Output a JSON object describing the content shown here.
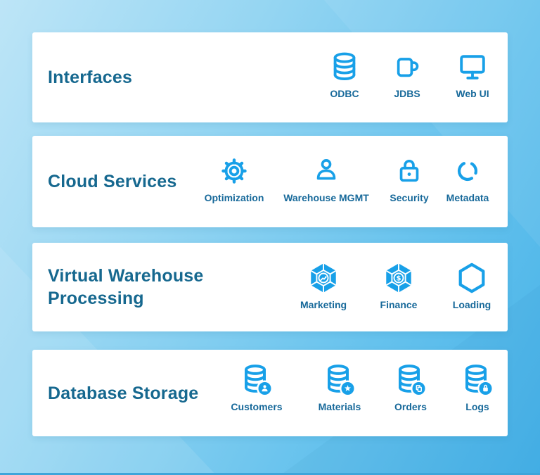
{
  "colors": {
    "background_top_left": "#bde5f7",
    "background_bottom_right": "#45b2e8",
    "card_background": "#ffffff",
    "title_text": "#16688f",
    "label_text": "#17699a",
    "icon_blue": "#18a0e8"
  },
  "layers": [
    {
      "title": "Interfaces",
      "items": [
        {
          "label": "ODBC",
          "icon": "database-icon"
        },
        {
          "label": "JDBS",
          "icon": "mug-icon"
        },
        {
          "label": "Web UI",
          "icon": "monitor-icon"
        }
      ]
    },
    {
      "title": "Cloud Services",
      "items": [
        {
          "label": "Optimization",
          "icon": "gear-icon"
        },
        {
          "label": "Warehouse MGMT",
          "icon": "user-icon"
        },
        {
          "label": "Security",
          "icon": "lock-icon"
        },
        {
          "label": "Metadata",
          "icon": "sync-circle-icon"
        }
      ]
    },
    {
      "title": "Virtual Warehouse Processing",
      "items": [
        {
          "label": "Marketing",
          "icon": "hexagon-chart-icon"
        },
        {
          "label": "Finance",
          "icon": "hexagon-dollar-icon"
        },
        {
          "label": "Loading",
          "icon": "hexagon-outline-icon"
        }
      ]
    },
    {
      "title": "Database Storage",
      "items": [
        {
          "label": "Customers",
          "icon": "database-user-icon"
        },
        {
          "label": "Materials",
          "icon": "database-star-icon"
        },
        {
          "label": "Orders",
          "icon": "database-copy-icon"
        },
        {
          "label": "Logs",
          "icon": "database-tag-icon"
        }
      ]
    }
  ]
}
